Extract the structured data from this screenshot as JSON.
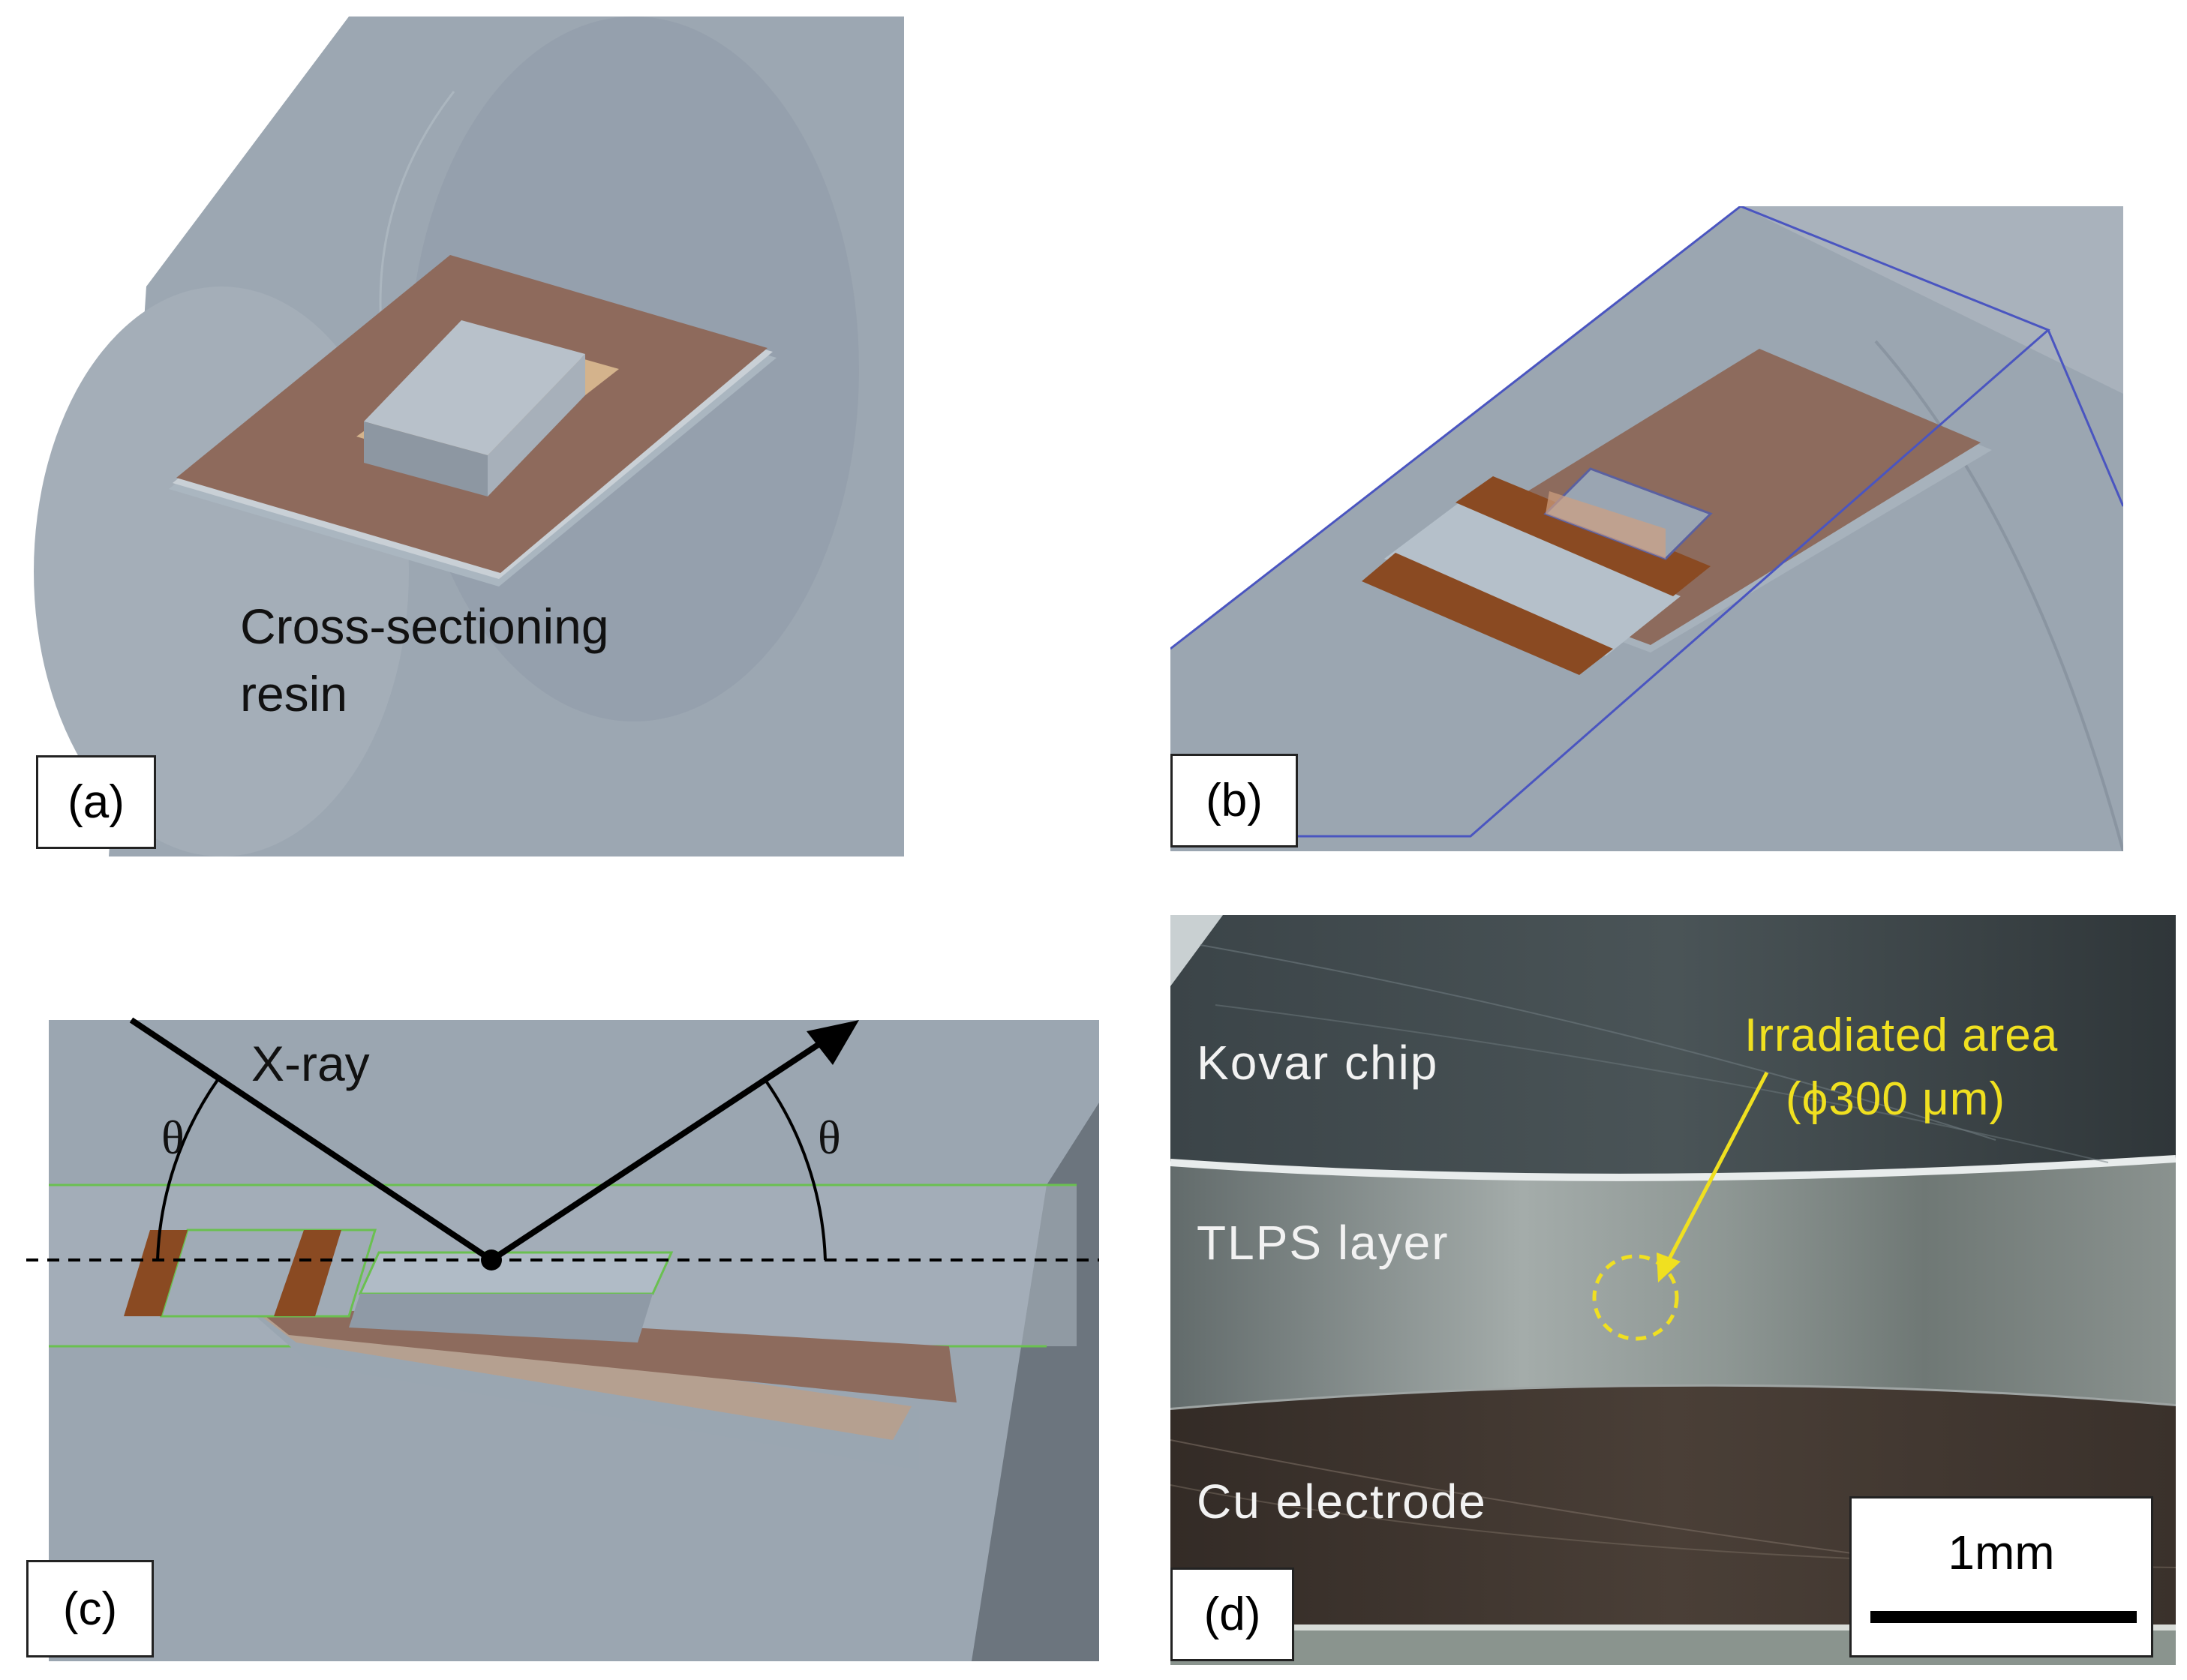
{
  "panels": {
    "a": {
      "tag": "(a)",
      "text_line1": "Cross-sectioning",
      "text_line2": "resin"
    },
    "b": {
      "tag": "(b)"
    },
    "c": {
      "tag": "(c)",
      "xray_label": "X-ray",
      "angle_left": "θ",
      "angle_right": "θ"
    },
    "d": {
      "tag": "(d)",
      "layer_top": "Kovar chip",
      "layer_mid": "TLPS layer",
      "layer_bottom": "Cu electrode",
      "irradiated_line1": "Irradiated area",
      "irradiated_line2": "(ϕ300 μm)",
      "scale_bar": "1mm"
    }
  },
  "colors": {
    "resin": "#9ba6b1",
    "copper": "#8b6a5c",
    "copper_dark": "#8a4a22",
    "chip": "#9aa5b2",
    "annotation_yellow": "#f0e020"
  }
}
